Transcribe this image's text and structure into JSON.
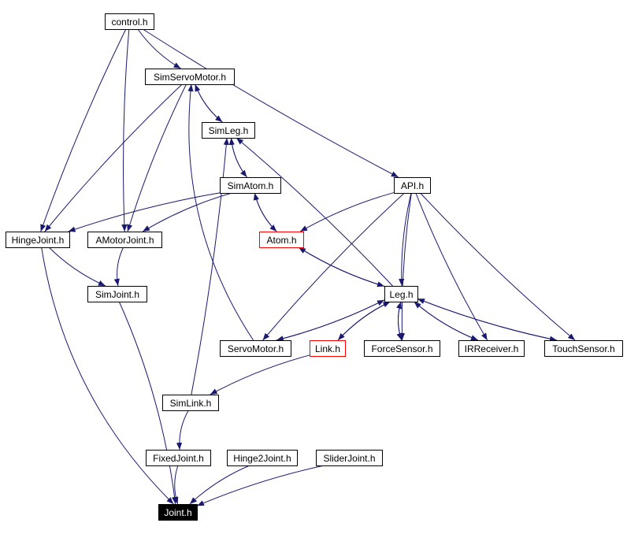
{
  "graph": {
    "edge_color": "#191970",
    "highlight_color": "#ff0000",
    "nodes": {
      "control": "control.h",
      "simservomotor": "SimServoMotor.h",
      "simleg": "SimLeg.h",
      "simatom": "SimAtom.h",
      "api": "API.h",
      "hingejoint": "HingeJoint.h",
      "amotorjoint": "AMotorJoint.h",
      "atom": "Atom.h",
      "simjoint": "SimJoint.h",
      "leg": "Leg.h",
      "servomotor": "ServoMotor.h",
      "link": "Link.h",
      "forcesensor": "ForceSensor.h",
      "irreceiver": "IRReceiver.h",
      "touchsensor": "TouchSensor.h",
      "simlink": "SimLink.h",
      "fixedjoint": "FixedJoint.h",
      "hinge2joint": "Hinge2Joint.h",
      "sliderjoint": "SliderJoint.h",
      "joint": "Joint.h"
    },
    "edges": [
      [
        "control",
        "hingejoint"
      ],
      [
        "control",
        "amotorjoint"
      ],
      [
        "control",
        "simservomotor"
      ],
      [
        "control",
        "api"
      ],
      [
        "simservomotor",
        "hingejoint"
      ],
      [
        "simservomotor",
        "amotorjoint"
      ],
      [
        "simservomotor",
        "simleg"
      ],
      [
        "simleg",
        "simservomotor"
      ],
      [
        "simleg",
        "simatom"
      ],
      [
        "simatom",
        "simleg"
      ],
      [
        "simatom",
        "hingejoint"
      ],
      [
        "simatom",
        "amotorjoint"
      ],
      [
        "simatom",
        "atom"
      ],
      [
        "atom",
        "simatom"
      ],
      [
        "atom",
        "leg"
      ],
      [
        "servomotor",
        "simservomotor"
      ],
      [
        "servomotor",
        "leg"
      ],
      [
        "leg",
        "simleg"
      ],
      [
        "leg",
        "atom"
      ],
      [
        "leg",
        "servomotor"
      ],
      [
        "leg",
        "link"
      ],
      [
        "leg",
        "forcesensor"
      ],
      [
        "leg",
        "irreceiver"
      ],
      [
        "leg",
        "touchsensor"
      ],
      [
        "link",
        "leg"
      ],
      [
        "forcesensor",
        "leg"
      ],
      [
        "irreceiver",
        "leg"
      ],
      [
        "touchsensor",
        "leg"
      ],
      [
        "api",
        "atom"
      ],
      [
        "api",
        "servomotor"
      ],
      [
        "api",
        "leg"
      ],
      [
        "api",
        "forcesensor"
      ],
      [
        "api",
        "irreceiver"
      ],
      [
        "api",
        "touchsensor"
      ],
      [
        "hingejoint",
        "simjoint"
      ],
      [
        "hingejoint",
        "joint"
      ],
      [
        "amotorjoint",
        "simjoint"
      ],
      [
        "simjoint",
        "joint"
      ],
      [
        "link",
        "simlink"
      ],
      [
        "simlink",
        "simleg"
      ],
      [
        "simlink",
        "fixedjoint"
      ],
      [
        "fixedjoint",
        "joint"
      ],
      [
        "hinge2joint",
        "joint"
      ],
      [
        "sliderjoint",
        "joint"
      ]
    ]
  }
}
